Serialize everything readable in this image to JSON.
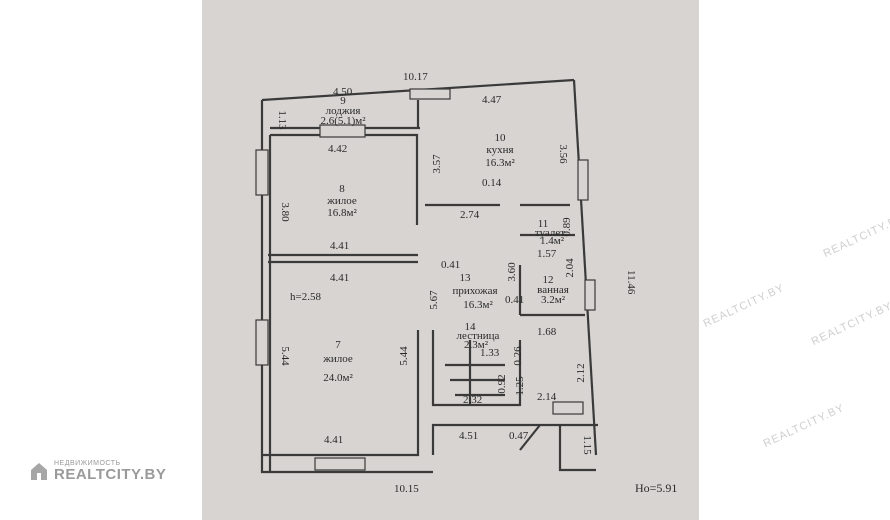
{
  "watermark": {
    "small": "НЕДВИЖИМОСТЬ",
    "brand": "REALTCITY.BY",
    "repeat": "REALTCITY.BY"
  },
  "plan": {
    "height_total": "Но=5.91",
    "ceiling": "h=2.58",
    "rooms": [
      {
        "num": "9",
        "name": "лоджия",
        "area": "2.6(5.1)м²"
      },
      {
        "num": "10",
        "name": "кухня",
        "area": "16.3м²"
      },
      {
        "num": "8",
        "name": "жилое",
        "area": "16.8м²"
      },
      {
        "num": "11",
        "name": "туалет",
        "area": "1.4м²"
      },
      {
        "num": "13",
        "name": "прихожая",
        "area": "16.3м²"
      },
      {
        "num": "12",
        "name": "ванная",
        "area": "3.2м²"
      },
      {
        "num": "14",
        "name": "лестница",
        "area": "2.3м²"
      },
      {
        "num": "7",
        "name": "жилое",
        "area": "24.0м²"
      }
    ],
    "dims": {
      "top_total": "10.17",
      "bottom_total": "10.15",
      "right_total": "11.46",
      "loggia_len": "4.50",
      "loggia_depth": "1.13",
      "kitchen_top": "4.47",
      "kitchen_side": "3.57",
      "kitchen_right": "3.56",
      "room8_top": "4.42",
      "room8_side": "3.80",
      "room8_bottom": "4.41",
      "kitchen_nib": "0.14",
      "kitchen_bottom": "2.74",
      "toilet_w": "0.89",
      "toilet_len": "1.57",
      "bath_h": "2.04",
      "hall_nib": "0.41",
      "hall_h": "3.60",
      "room7_top": "4.41",
      "hall_left": "5.67",
      "bath_nib": "0.41",
      "bath_w": "1.68",
      "room7_left": "5.44",
      "room7_right": "5.44",
      "room7_bottom": "4.41",
      "stair_w": "1.33",
      "stair_nib": "0.26",
      "stair_h": "1.25",
      "stair_small": "0.92",
      "stair_bottom": "2.32",
      "right_lower": "2.12",
      "porch_w": "2.14",
      "porch_depth": "1.15",
      "entry_w": "4.51",
      "entry_nib": "0.47"
    }
  }
}
